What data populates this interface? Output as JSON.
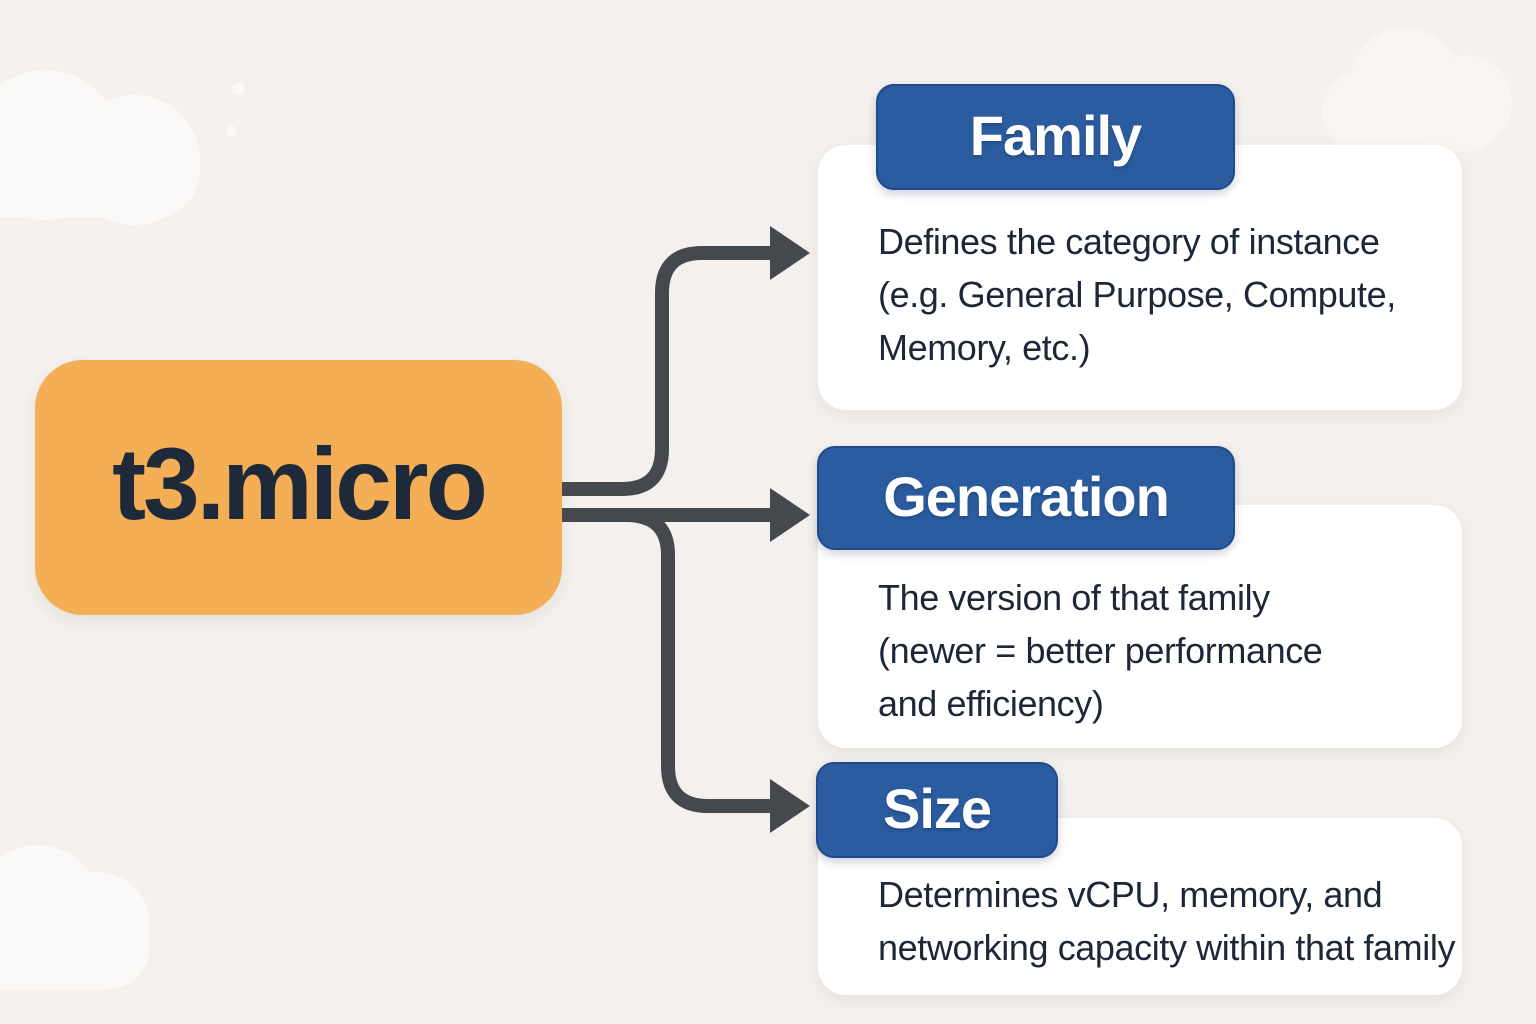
{
  "instance": {
    "label": "t3.micro"
  },
  "sections": [
    {
      "id": "family",
      "title": "Family",
      "description": "Defines the category of instance\n(e.g. General Purpose, Compute,\nMemory, etc.)"
    },
    {
      "id": "generation",
      "title": "Generation",
      "description": "The version of that family\n(newer = better performance\nand efficiency)"
    },
    {
      "id": "size",
      "title": "Size",
      "description": "Determines vCPU, memory, and\nnetworking capacity within that family"
    }
  ],
  "colors": {
    "background": "#F3F0ED",
    "instance_box": "#F4AE55",
    "heading_pill": "#2B5CA0",
    "card": "#FFFFFF",
    "text_dark": "#1D2737",
    "arrow": "#45484D"
  }
}
